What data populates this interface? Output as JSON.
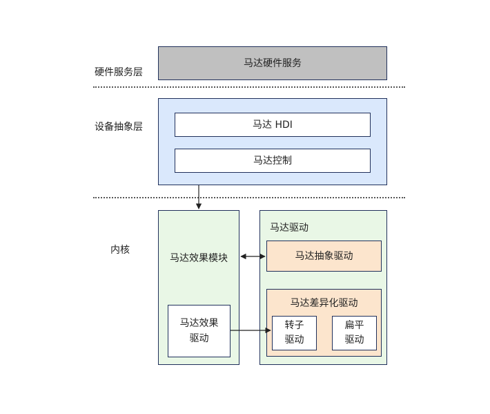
{
  "layers": {
    "hardware_service": "硬件服务层",
    "device_abstraction": "设备抽象层",
    "kernel": "内核"
  },
  "boxes": {
    "motor_hw_service": "马达硬件服务",
    "motor_hdi": "马达 HDI",
    "motor_control": "马达控制",
    "motor_effect_module": "马达效果模块",
    "motor_effect_driver": "马达效果\n驱动",
    "motor_driver": "马达驱动",
    "motor_abstract_driver": "马达抽象驱动",
    "motor_diff_driver": "马达差异化驱动",
    "rotor_driver": "转子\n驱动",
    "flat_driver": "扁平\n驱动"
  },
  "colors": {
    "hw_service_fill": "#c0c0c0",
    "abstraction_fill": "#dae8fc",
    "kernel_fill": "#e9f7e6",
    "orange_fill": "#fce5cd",
    "border": "#1f2f5a"
  }
}
